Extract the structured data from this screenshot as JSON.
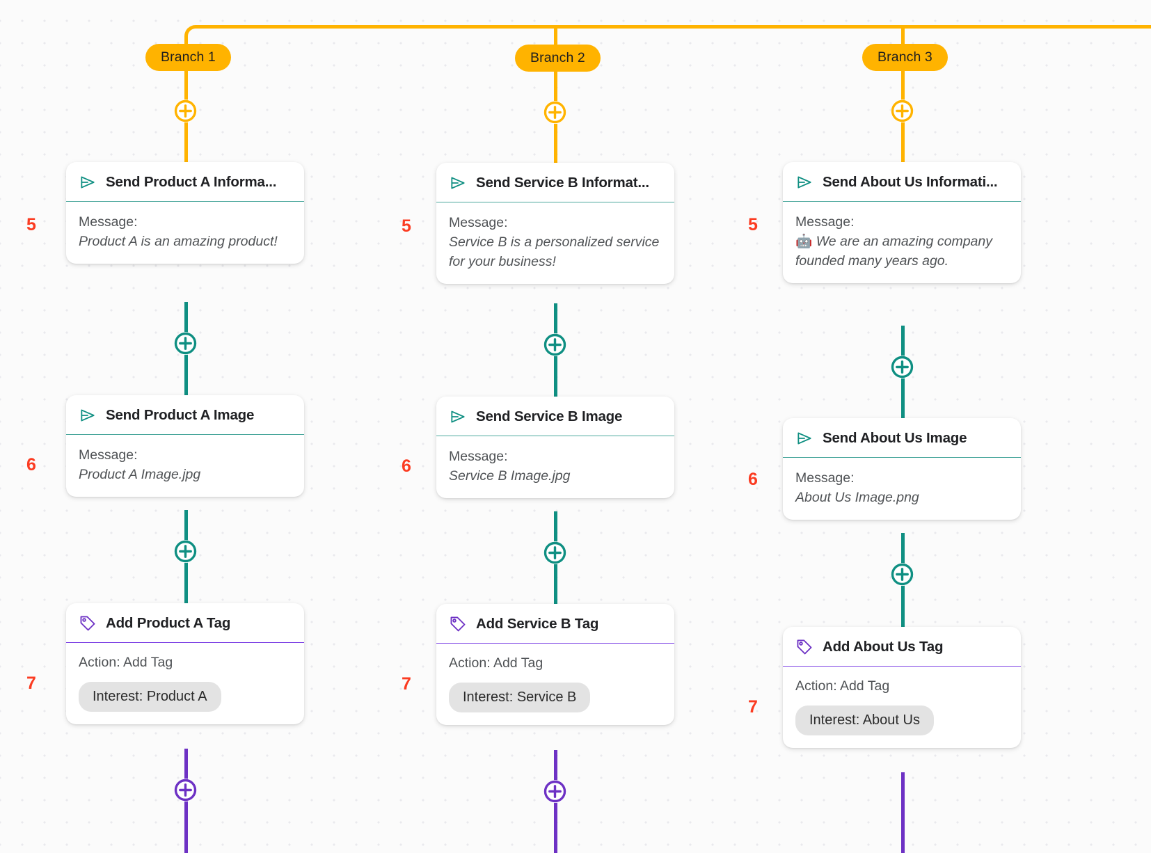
{
  "canvas": {
    "background_color": "#fbfbfb",
    "dot_color": "#e9e9ed"
  },
  "colors": {
    "branch_orange": "#ffb300",
    "message_teal": "#0f8f82",
    "tag_purple": "#6d31c4",
    "step_number_red": "#fb3b21",
    "chip_grey": "#e3e3e3"
  },
  "branches": [
    {
      "pill_label": "Branch 1",
      "add_node_icon": "plus-circle-icon",
      "steps": [
        {
          "number": "5",
          "icon": "send-icon",
          "title": "Send Product A Informa...",
          "body_label": "Message:",
          "body_text": "Product A is an amazing product!",
          "emoji": "",
          "type": "message"
        },
        {
          "number": "6",
          "icon": "send-icon",
          "title": "Send Product A Image",
          "body_label": "Message:",
          "body_text": "Product A Image.jpg",
          "emoji": "",
          "type": "message"
        },
        {
          "number": "7",
          "icon": "tag-icon",
          "title": "Add Product A Tag",
          "body_label": "Action: Add Tag",
          "chip": "Interest: Product A",
          "type": "tag"
        }
      ]
    },
    {
      "pill_label": "Branch 2",
      "add_node_icon": "plus-circle-icon",
      "steps": [
        {
          "number": "5",
          "icon": "send-icon",
          "title": "Send Service B Informat...",
          "body_label": "Message:",
          "body_text": "Service B is a personalized service for your business!",
          "emoji": "",
          "type": "message"
        },
        {
          "number": "6",
          "icon": "send-icon",
          "title": "Send Service B Image",
          "body_label": "Message:",
          "body_text": "Service B Image.jpg",
          "emoji": "",
          "type": "message"
        },
        {
          "number": "7",
          "icon": "tag-icon",
          "title": "Add Service B Tag",
          "body_label": "Action: Add Tag",
          "chip": "Interest: Service B",
          "type": "tag"
        }
      ]
    },
    {
      "pill_label": "Branch 3",
      "add_node_icon": "plus-circle-icon",
      "steps": [
        {
          "number": "5",
          "icon": "send-icon",
          "title": "Send About Us Informati...",
          "body_label": "Message:",
          "body_text": "We are an amazing company founded many years ago.",
          "emoji": "🤖",
          "type": "message"
        },
        {
          "number": "6",
          "icon": "send-icon",
          "title": "Send About Us Image",
          "body_label": "Message:",
          "body_text": "About Us Image.png",
          "emoji": "",
          "type": "message"
        },
        {
          "number": "7",
          "icon": "tag-icon",
          "title": "Add About Us Tag",
          "body_label": "Action: Add Tag",
          "chip": "Interest: About Us",
          "type": "tag"
        }
      ]
    }
  ]
}
